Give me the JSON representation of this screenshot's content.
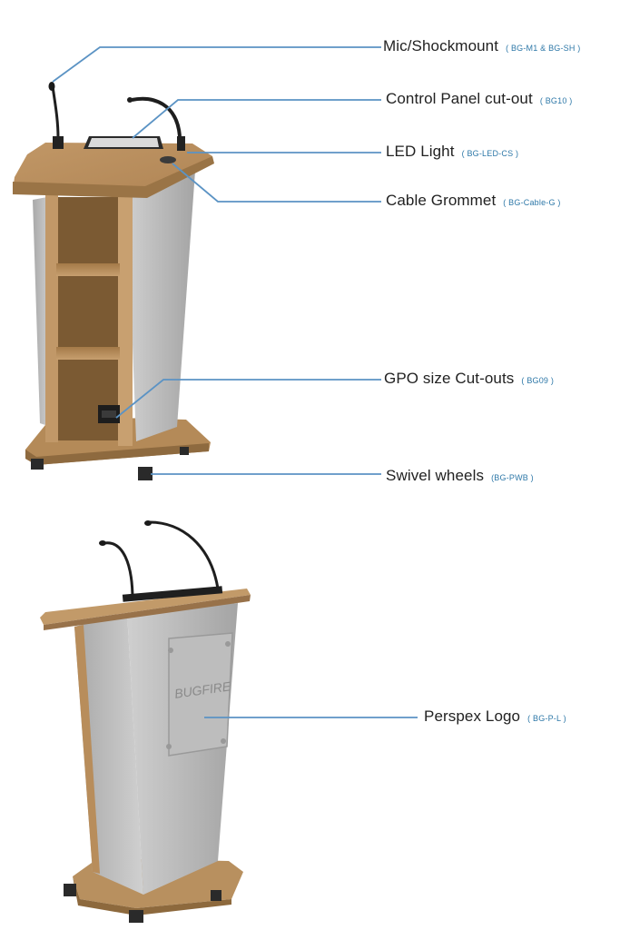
{
  "callouts": {
    "mic": {
      "label": "Mic/Shockmount",
      "code": "( BG-M1 & BG-SH )"
    },
    "control_panel": {
      "label": "Control Panel cut-out",
      "code": "( BG10 )"
    },
    "led": {
      "label": "LED Light",
      "code": "( BG-LED-CS )"
    },
    "grommet": {
      "label": "Cable Grommet",
      "code": "( BG-Cable-G )"
    },
    "gpo": {
      "label": "GPO size Cut-outs",
      "code": "( BG09 )"
    },
    "wheels": {
      "label": "Swivel wheels",
      "code": "(BG-PWB )"
    },
    "logo": {
      "label": "Perspex Logo",
      "code": "( BG-P-L )"
    }
  },
  "colors": {
    "leader": "#5b93c4",
    "wood_light": "#c9a272",
    "wood_mid": "#b98f5c",
    "wood_dark": "#8f6a3e",
    "steel_light": "#c6c6c6",
    "steel_dark": "#8d8d8d"
  }
}
